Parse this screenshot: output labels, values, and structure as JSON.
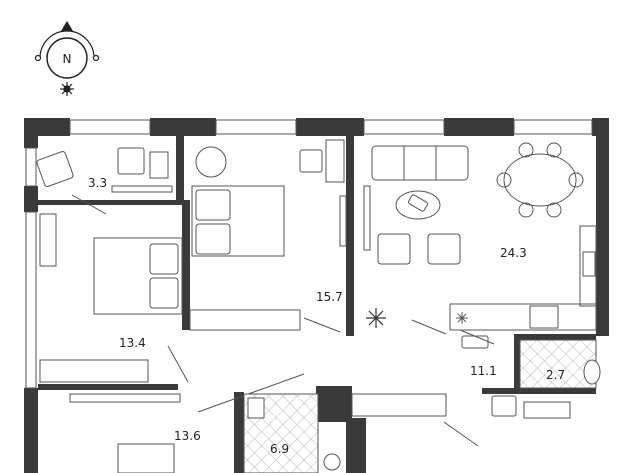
{
  "compass": {
    "letter": "N"
  },
  "colors": {
    "wall": "#3a3a3a",
    "line": "#555555",
    "tile": "#bdbdbd"
  },
  "rooms": [
    {
      "id": "balcony",
      "area": "3.3"
    },
    {
      "id": "bedroom",
      "area": "15.7"
    },
    {
      "id": "living-kitchen",
      "area": "24.3"
    },
    {
      "id": "bedroom-2",
      "area": "13.4"
    },
    {
      "id": "hallway",
      "area": "11.1"
    },
    {
      "id": "wc",
      "area": "2.7"
    },
    {
      "id": "room-bottom",
      "area": "13.6"
    },
    {
      "id": "bathroom",
      "area": "6.9"
    }
  ]
}
